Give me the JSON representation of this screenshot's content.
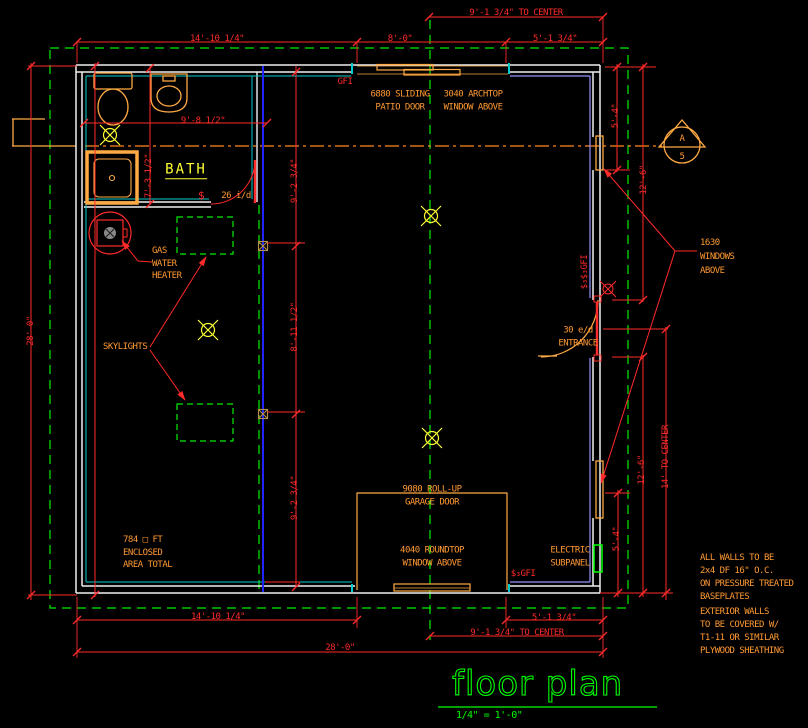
{
  "drawing": {
    "title": "floor plan",
    "scale": "1/4\" = 1'-0\"",
    "section_marker": {
      "letter": "A",
      "number": "5"
    },
    "dimensions": {
      "top_center": "9'-1 3/4\" TO CENTER",
      "top_left": "14'-10 1/4\"",
      "top_door": "8'-0\"",
      "top_right": "5'-1 3/4\"",
      "left_overall": "28'-0\"",
      "bath_width": "9'-8 1/2\"",
      "bath_height": "7'-3 1/2\"",
      "mid_top": "9'-2 3/4\"",
      "mid_middle": "8'-11 1/2\"",
      "mid_bottom": "9'-2 3/4\"",
      "right_54_top": "5'-4\"",
      "right_126_top": "12'-6\"",
      "right_126_bottom": "12'-6\"",
      "right_14_center": "14' TO CENTER",
      "right_54_bottom": "5'-4\"",
      "bottom_left": "14'-10 1/4\"",
      "bottom_51": "5'-1 3/4\"",
      "bottom_center": "9'-1 3/4\" TO CENTER",
      "bottom_overall": "28'-0\""
    },
    "labels": {
      "bath": "BATH",
      "bath_door": "26 i/d",
      "gas_water_heater": "GAS\nWATER\nHEATER",
      "skylights": "SKYLIGHTS",
      "patio_door": "6880 SLIDING\nPATIO DOOR",
      "archtop_window": "3040 ARCHTOP\nWINDOW ABOVE",
      "windows_above": "1630\nWINDOWS\nABOVE",
      "entrance": "30 e/d\nENTRANCE",
      "garage_door": "9080 ROLL-UP\nGARAGE DOOR",
      "roundtop_window": "4040 ROUNDTOP\nWINDOW ABOVE",
      "electric_subpanel": "ELECTRIC\nSUBPANEL",
      "area_total": "784 □ FT\nENCLOSED\nAREA TOTAL",
      "gfi_top": "GFI",
      "gfi_right": "$₃$₃GFI",
      "gfi_bottom": "$₃GFI",
      "switch_bath": "$"
    },
    "notes": {
      "walls": "ALL WALLS TO BE\n2x4 DF 16\" O.C.\nON PRESSURE TREATED\nBASEPLATES",
      "sheathing": "EXTERIOR WALLS\nTO BE COVERED W/\nT1-11 OR SIMILAR\nPLYWOOD SHEATHING"
    },
    "colors": {
      "background": "#000000",
      "walls": "#f0f0f0",
      "dimension_red": "#ff2a2a",
      "label_orange": "#ff9933",
      "fixture_orange": "#ffaa44",
      "highlight_yellow": "#ffff33",
      "roof_green": "#00ff00",
      "insulation_cyan": "#00cccc",
      "interior_blue": "#2222ff",
      "finish_lavender": "#9292ff",
      "outlet_tan": "#b5924c"
    },
    "icon_legend": {
      "light-fixture-icon": "circle with X spokes",
      "outlet-icon": "square with X",
      "switch-icon": "$",
      "water-heater-icon": "circle with square",
      "section-bubble-icon": "A/5 triangle circle"
    }
  }
}
